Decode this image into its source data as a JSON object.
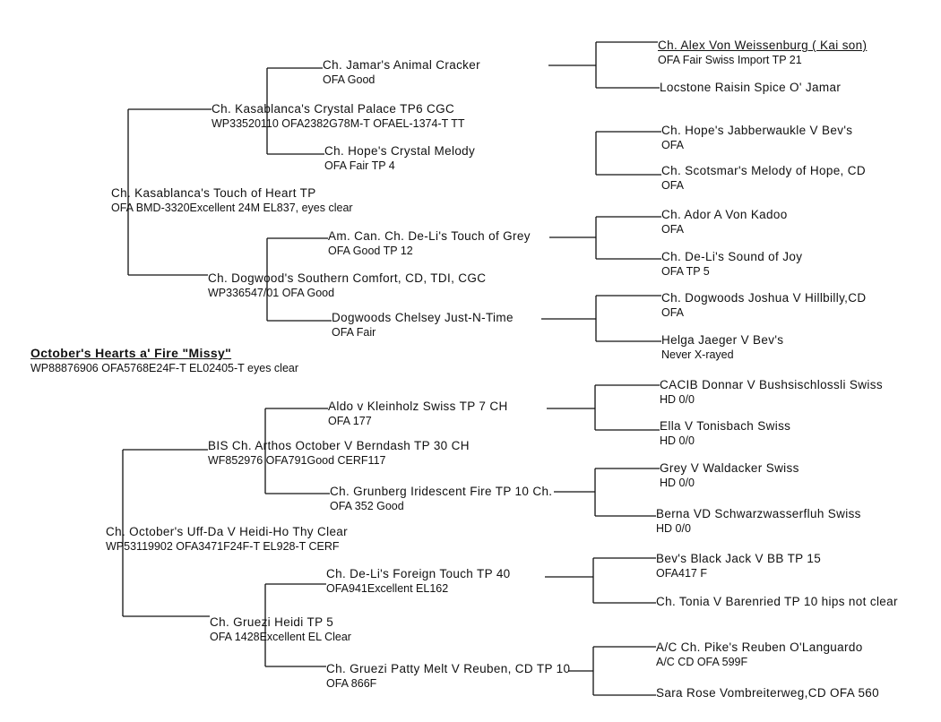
{
  "pedigree": {
    "root": {
      "name": "October's Hearts a' Fire \"Missy\"",
      "titles": "WP88876906 OFA5768E24F-T EL02405-T eyes clear"
    },
    "sire": {
      "name": "Ch. Kasablanca's Touch of Heart TP",
      "titles": "OFA BMD-3320Excellent 24M EL837, eyes clear"
    },
    "dam": {
      "name": "Ch. October's Uff-Da V Heidi-Ho Thy Clear",
      "titles": "WP53119902  OFA3471F24F-T EL928-T CERF"
    },
    "ss": {
      "name": "Ch. Kasablanca's Crystal Palace TP6 CGC",
      "titles": "WP33520110  OFA2382G78M-T  OFAEL-1374-T TT"
    },
    "sd": {
      "name": "Ch. Dogwood's Southern Comfort, CD, TDI, CGC",
      "titles": "WP336547/01 OFA Good"
    },
    "ds": {
      "name": "BIS Ch. Arthos October V Berndash TP 30 CH",
      "titles": "WF852976 OFA791Good CERF117"
    },
    "dd": {
      "name": "Ch. Gruezi Heidi TP 5",
      "titles": "OFA 1428Excellent EL Clear"
    },
    "sss": {
      "name": "Ch. Jamar's Animal Cracker",
      "titles": "OFA Good"
    },
    "ssd": {
      "name": "Ch. Hope's Crystal Melody",
      "titles": "OFA Fair TP 4"
    },
    "sds": {
      "name": "Am. Can. Ch. De-Li's Touch of Grey",
      "titles": "OFA Good TP 12"
    },
    "sdd": {
      "name": "Dogwoods Chelsey Just-N-Time",
      "titles": "OFA Fair"
    },
    "dss": {
      "name": "Aldo v Kleinholz Swiss TP 7 CH",
      "titles": "OFA 177"
    },
    "dsd": {
      "name": "Ch. Grunberg Iridescent Fire TP 10 Ch.",
      "titles": "OFA 352 Good"
    },
    "dds": {
      "name": "Ch. De-Li's Foreign Touch TP 40",
      "titles": "OFA941Excellent EL162"
    },
    "ddd": {
      "name": "Ch. Gruezi Patty Melt V Reuben, CD TP 10",
      "titles": "OFA 866F"
    },
    "ssss": {
      "name": "Ch. Alex Von Weissenburg ( Kai son)",
      "titles": "OFA Fair Swiss Import TP 21"
    },
    "sssd": {
      "name": "Locstone Raisin Spice O' Jamar",
      "titles": ""
    },
    "ssds": {
      "name": "Ch. Hope's Jabberwaukle V Bev's",
      "titles": "OFA"
    },
    "ssdd": {
      "name": "Ch. Scotsmar's Melody of Hope, CD",
      "titles": "OFA"
    },
    "sdss": {
      "name": "Ch. Ador A Von Kadoo",
      "titles": "OFA"
    },
    "sdsd": {
      "name": "Ch. De-Li's Sound of Joy",
      "titles": "OFA TP 5"
    },
    "sdds": {
      "name": "Ch. Dogwoods Joshua V Hillbilly,CD",
      "titles": "OFA"
    },
    "sddd": {
      "name": "Helga Jaeger V Bev's",
      "titles": "Never X-rayed"
    },
    "dsss": {
      "name": "CACIB Donnar V Bushsischlossli Swiss",
      "titles": "HD 0/0"
    },
    "dssd": {
      "name": "Ella V Tonisbach Swiss",
      "titles": "HD 0/0"
    },
    "dsds": {
      "name": "Grey V Waldacker Swiss",
      "titles": "HD 0/0"
    },
    "dsdd": {
      "name": "Berna VD Schwarzwasserfluh Swiss",
      "titles": "HD 0/0"
    },
    "ddss": {
      "name": "Bev's Black Jack V BB TP 15",
      "titles": "OFA417 F"
    },
    "ddsd": {
      "name": "Ch. Tonia V Barenried TP 10 hips not clear",
      "titles": ""
    },
    "ddds": {
      "name": "A/C Ch. Pike's Reuben O'Languardo",
      "titles": "A/C CD OFA 599F"
    },
    "dddd": {
      "name": "Sara Rose Vombreiterweg,CD OFA 560",
      "titles": ""
    }
  }
}
